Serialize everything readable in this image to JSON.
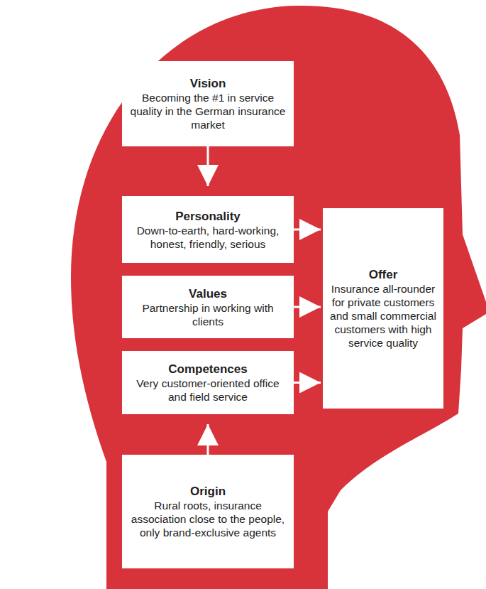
{
  "diagram": {
    "nodes": [
      {
        "text": [
          "Vision",
          "Becoming the #1 in service quality in the German insurance market"
        ]
      },
      {
        "text": [
          "Personality",
          "Down-to-earth, hard-working, honest, friendly, serious"
        ]
      },
      {
        "text": [
          "Values",
          "Partnership in working with clients"
        ]
      },
      {
        "text": [
          "Competences",
          "Very customer-oriented office and field service"
        ]
      },
      {
        "text": [
          "Origin",
          "Rural roots, insurance association close to the people, only brand-exclusive agents"
        ]
      },
      {
        "text": [
          "Offer",
          "Insurance all-rounder for private customers and small commercial customers with high service quality"
        ]
      }
    ],
    "edges": [
      {
        "from": 0,
        "to": 1,
        "arrow": "to"
      },
      {
        "from": 1,
        "to": 5,
        "arrow": "to"
      },
      {
        "from": 2,
        "to": 5,
        "arrow": "to"
      },
      {
        "from": 3,
        "to": 5,
        "arrow": "to"
      },
      {
        "from": 4,
        "to": 3,
        "arrow": "to"
      }
    ]
  }
}
